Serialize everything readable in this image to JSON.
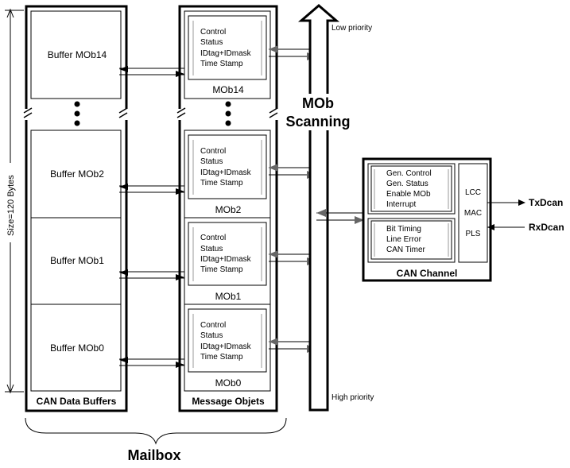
{
  "mailbox": {
    "label": "Mailbox",
    "size_label": "Size=120 Bytes"
  },
  "data_buffers": {
    "title": "CAN Data Buffers",
    "buffers": [
      "Buffer MOb14",
      "Buffer MOb2",
      "Buffer MOb1",
      "Buffer MOb0"
    ]
  },
  "message_objects": {
    "title": "Message Objets",
    "fields": [
      "Control",
      "Status",
      "IDtag+IDmask",
      "Time Stamp"
    ],
    "mobs": [
      "MOb14",
      "MOb2",
      "MOb1",
      "MOb0"
    ]
  },
  "scanning": {
    "title_line1": "MOb",
    "title_line2": "Scanning",
    "low_priority": "Low priority",
    "high_priority": "High priority"
  },
  "can_channel": {
    "title": "CAN Channel",
    "general": [
      "Gen. Control",
      "Gen. Status",
      "Enable MOb",
      "Interrupt"
    ],
    "timing": [
      "Bit Timing",
      "Line Error",
      "CAN Timer"
    ],
    "layers": [
      "LCC",
      "MAC",
      "PLS"
    ],
    "tx": "TxDcan",
    "rx": "RxDcan"
  }
}
